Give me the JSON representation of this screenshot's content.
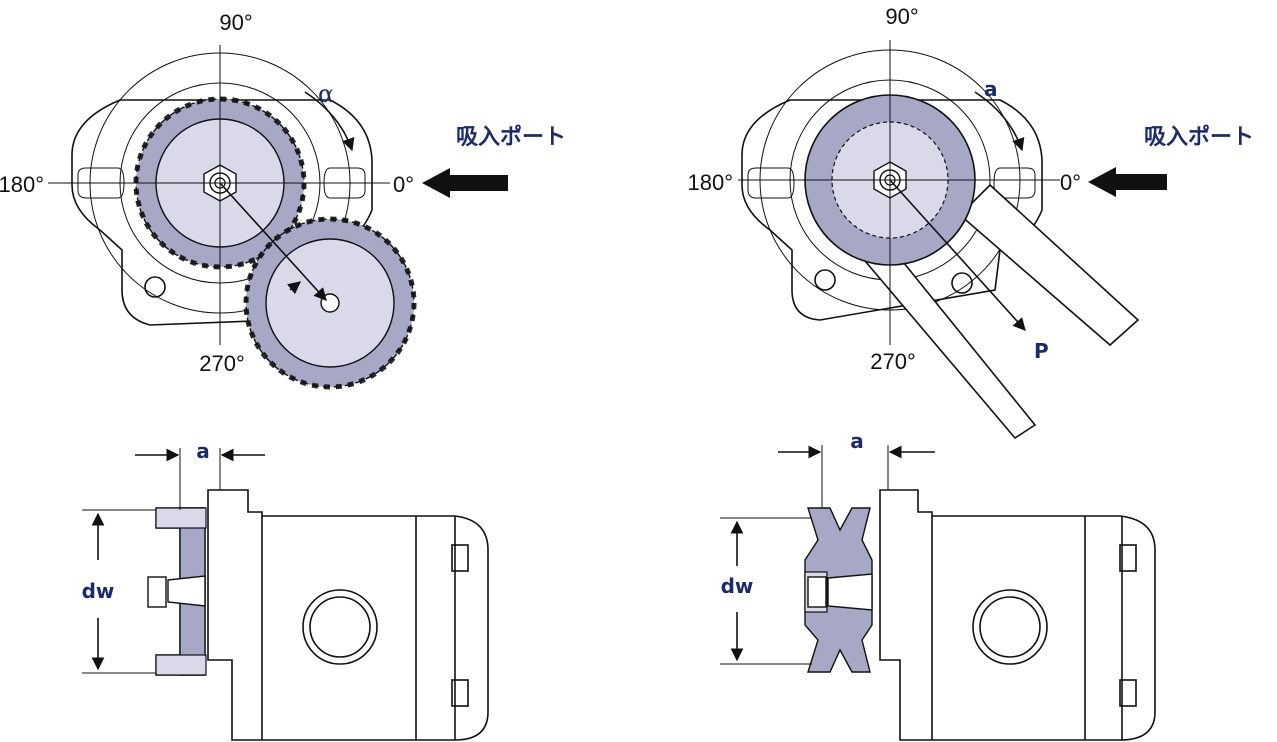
{
  "top_left": {
    "angle_90": "90°",
    "angle_180": "180°",
    "angle_0": "0°",
    "angle_270": "270°",
    "angle_symbol": "α",
    "port_label": "吸入ポート"
  },
  "top_right": {
    "angle_90": "90°",
    "angle_180": "180°",
    "angle_0": "0°",
    "angle_270": "270°",
    "dim_a": "a",
    "force_p": "P",
    "port_label": "吸入ポート"
  },
  "bottom_left": {
    "dim_a": "a",
    "dim_dw": "dw"
  },
  "bottom_right": {
    "dim_a": "a",
    "dim_dw": "dw"
  },
  "colors": {
    "part_fill": "#a7a7c6",
    "part_light": "#d9d9ea",
    "label_blue": "#1b2a6b",
    "line": "#111111"
  },
  "icons": [
    "arrow-left-icon",
    "hex-nut-icon"
  ]
}
